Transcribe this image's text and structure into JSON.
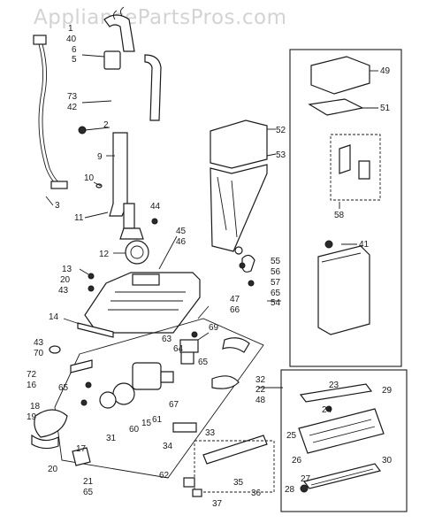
{
  "watermark": "AppliancePartsPros.com",
  "colors": {
    "ink": "#1a1a1a",
    "watermark": "#d3d3d3",
    "background": "#ffffff"
  },
  "labels": [
    {
      "id": "l1",
      "text": "1"
    },
    {
      "id": "l40",
      "text": "40"
    },
    {
      "id": "l6",
      "text": "6"
    },
    {
      "id": "l5",
      "text": "5"
    },
    {
      "id": "l73",
      "text": "73"
    },
    {
      "id": "l42",
      "text": "42"
    },
    {
      "id": "l2",
      "text": "2"
    },
    {
      "id": "l9",
      "text": "9"
    },
    {
      "id": "l3",
      "text": "3"
    },
    {
      "id": "l10",
      "text": "10"
    },
    {
      "id": "l11",
      "text": "11"
    },
    {
      "id": "l44",
      "text": "44"
    },
    {
      "id": "l45",
      "text": "45"
    },
    {
      "id": "l46",
      "text": "46"
    },
    {
      "id": "l12",
      "text": "12"
    },
    {
      "id": "l13",
      "text": "13"
    },
    {
      "id": "l20a",
      "text": "20"
    },
    {
      "id": "l43a",
      "text": "43"
    },
    {
      "id": "l14",
      "text": "14"
    },
    {
      "id": "l43b",
      "text": "43"
    },
    {
      "id": "l70",
      "text": "70"
    },
    {
      "id": "l72",
      "text": "72"
    },
    {
      "id": "l16",
      "text": "16"
    },
    {
      "id": "l65a",
      "text": "65"
    },
    {
      "id": "l18",
      "text": "18"
    },
    {
      "id": "l19",
      "text": "19"
    },
    {
      "id": "l17",
      "text": "17"
    },
    {
      "id": "l31",
      "text": "31"
    },
    {
      "id": "l60",
      "text": "60"
    },
    {
      "id": "l15",
      "text": "15"
    },
    {
      "id": "l61",
      "text": "61"
    },
    {
      "id": "l20b",
      "text": "20"
    },
    {
      "id": "l21",
      "text": "21"
    },
    {
      "id": "l65b",
      "text": "65"
    },
    {
      "id": "l63",
      "text": "63"
    },
    {
      "id": "l64",
      "text": "64"
    },
    {
      "id": "l69",
      "text": "69"
    },
    {
      "id": "l65c",
      "text": "65"
    },
    {
      "id": "l67",
      "text": "67"
    },
    {
      "id": "l32",
      "text": "32"
    },
    {
      "id": "l22",
      "text": "22"
    },
    {
      "id": "l48",
      "text": "48"
    },
    {
      "id": "l33",
      "text": "33"
    },
    {
      "id": "l34",
      "text": "34"
    },
    {
      "id": "l62",
      "text": "62"
    },
    {
      "id": "l35",
      "text": "35"
    },
    {
      "id": "l36",
      "text": "36"
    },
    {
      "id": "l37",
      "text": "37"
    },
    {
      "id": "l52",
      "text": "52"
    },
    {
      "id": "l53",
      "text": "53"
    },
    {
      "id": "l55",
      "text": "55"
    },
    {
      "id": "l56",
      "text": "56"
    },
    {
      "id": "l57",
      "text": "57"
    },
    {
      "id": "l65d",
      "text": "65"
    },
    {
      "id": "l47",
      "text": "47"
    },
    {
      "id": "l66",
      "text": "66"
    },
    {
      "id": "l54",
      "text": "54"
    },
    {
      "id": "l41",
      "text": "41"
    },
    {
      "id": "l49",
      "text": "49"
    },
    {
      "id": "l51",
      "text": "51"
    },
    {
      "id": "l58",
      "text": "58"
    },
    {
      "id": "l23",
      "text": "23"
    },
    {
      "id": "l29",
      "text": "29"
    },
    {
      "id": "l24",
      "text": "24"
    },
    {
      "id": "l25",
      "text": "25"
    },
    {
      "id": "l26",
      "text": "26"
    },
    {
      "id": "l27",
      "text": "27"
    },
    {
      "id": "l28",
      "text": "28"
    },
    {
      "id": "l30",
      "text": "30"
    }
  ]
}
